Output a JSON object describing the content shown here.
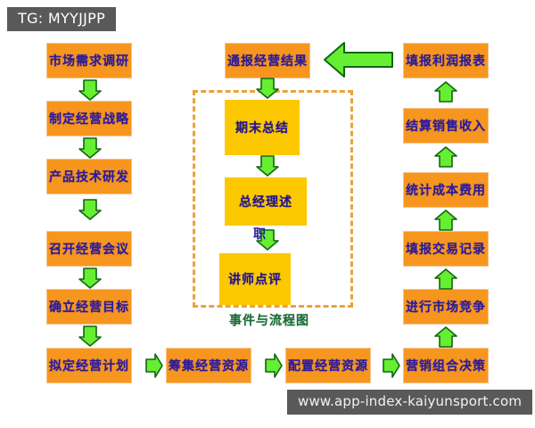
{
  "badge": {
    "text": "TG: MYYJJPP"
  },
  "watermark": {
    "text": "www.app-index-kaiyunsport.com"
  },
  "colors": {
    "box_orange_fill": "#f7961e",
    "box_orange_border": "#f5c38a",
    "box_yellow_fill": "#fcc800",
    "box_text": "#2a1a9c",
    "arrow_fill": "#66ee33",
    "arrow_stroke": "#116611",
    "dashed_border": "#e8a33d",
    "group_label_text": "#1d6b3a",
    "badge_bg": "#595959",
    "badge_text": "#ffffff"
  },
  "left_column": {
    "items": [
      {
        "label": "市场需求调研"
      },
      {
        "label": "制定经营战略"
      },
      {
        "label": "产品技术研发"
      },
      {
        "label": "召开经营会议"
      },
      {
        "label": "确立经营目标"
      },
      {
        "label": "拟定经营计划"
      }
    ]
  },
  "bottom_row": {
    "items": [
      {
        "label": "筹集经营资源"
      },
      {
        "label": "配置经营资源"
      },
      {
        "label": "营销组合决策"
      }
    ]
  },
  "right_column": {
    "items": [
      {
        "label": "填报利润报表"
      },
      {
        "label": "结算销售收入"
      },
      {
        "label": "统计成本费用"
      },
      {
        "label": "填报交易记录"
      },
      {
        "label": "进行市场竞争"
      }
    ]
  },
  "center_column": {
    "top_item": {
      "label": "通报经营结果"
    },
    "group": {
      "label": "事件与流程图",
      "items": [
        {
          "label": "期末总结"
        },
        {
          "label": "总经理述"
        },
        {
          "label": "讲师点评"
        }
      ],
      "stray_glyph": "职"
    }
  }
}
